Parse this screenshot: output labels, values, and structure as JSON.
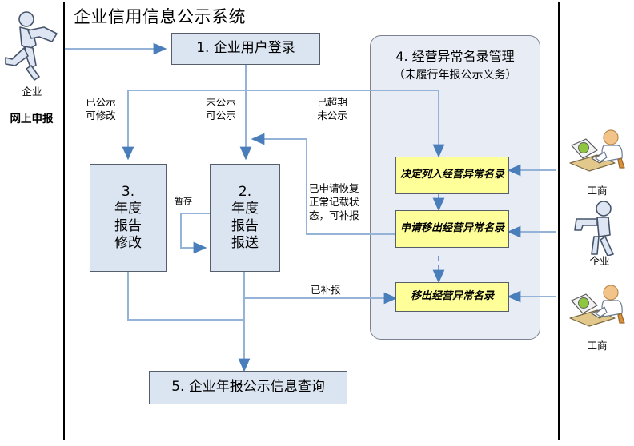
{
  "diagram": {
    "title": "企业信用信息公示系统",
    "type": "flowchart"
  },
  "actors": {
    "left": [
      {
        "id": "enterprise-left",
        "icon": "walking-person-with-document-icon",
        "caption": "企业",
        "sublabel": "网上申报"
      }
    ],
    "right": [
      {
        "id": "authority-top",
        "icon": "person-at-computer-icon",
        "caption": "工商"
      },
      {
        "id": "enterprise-right",
        "icon": "walking-person-icon",
        "caption": "企业"
      },
      {
        "id": "authority-bottom",
        "icon": "person-at-computer-icon",
        "caption": "工商"
      }
    ]
  },
  "nodes": {
    "login": "1. 企业用户登录",
    "amend": "3.\n年度\n报告\n修改",
    "submit": "2.\n年度\n报告\n报送",
    "query": "5. 企业年报公示信息查询"
  },
  "group": {
    "title": "4. 经营异常名录管理",
    "subtitle": "（未履行年报公示义务）",
    "items": [
      "决定列入经营异常名录",
      "申请移出经营异常名录",
      "移出经营异常名录"
    ]
  },
  "edge_labels": {
    "published_editable": "已公示\n可修改",
    "unpublished_publishable": "未公示\n可公示",
    "overdue_unpublished": "已超期\n未公示",
    "temp_save": "暂存",
    "applied_restore": "已申请恢复\n正常记载状\n态，可补报",
    "resubmitted": "已补报"
  },
  "colors": {
    "process_fill": "#dbe5f1",
    "process_border": "#555e6a",
    "group_fill": "#e8edf5",
    "highlight_fill": "#ffff99",
    "connector": "#95b3d7",
    "divider": "#000000"
  }
}
